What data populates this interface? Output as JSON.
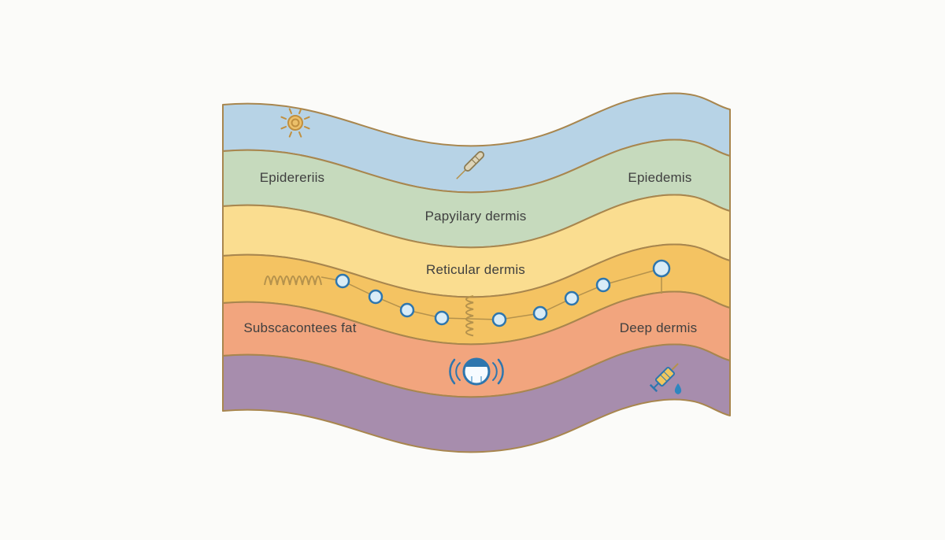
{
  "page": {
    "background": "#fbfbf9"
  },
  "diagram": {
    "title": "skin-layers-illustration",
    "outline_color": "#a8864e",
    "layers": [
      {
        "name": "epidermis-top",
        "color": "#b7d3e6"
      },
      {
        "name": "epidermis",
        "color": "#c6dabd"
      },
      {
        "name": "papillary-dermis",
        "color": "#fadd90"
      },
      {
        "name": "reticular-dermis",
        "color": "#f4c362"
      },
      {
        "name": "subcutaneous-fat",
        "color": "#f2a57e"
      },
      {
        "name": "deep-dermis",
        "color": "#a78dad"
      }
    ],
    "labels": {
      "epidermis_left": "Epidereriis",
      "epidermis_right": "Epiedemis",
      "papillary": "Papyilary dermis",
      "reticular": "Reticular dermis",
      "subcutaneous": "Subscacontees fat",
      "deep": "Deep dermis"
    },
    "icons": [
      "sun-icon",
      "dermapen-icon",
      "coil-icon",
      "bead-chain-icon",
      "vertical-coil-icon",
      "ultrasound-icon",
      "syringe-icon",
      "droplet-icon"
    ],
    "colors": {
      "icon_blue": "#2e76ae",
      "icon_blue_fill": "#d9ecf7",
      "icon_gold": "#c08f3f",
      "icon_gold_fill": "#ecc06a",
      "icon_tan": "#b5924c",
      "barrel_fill": "#f0c75e",
      "droplet": "#2f86bf",
      "text": "#3f3f3f"
    }
  }
}
